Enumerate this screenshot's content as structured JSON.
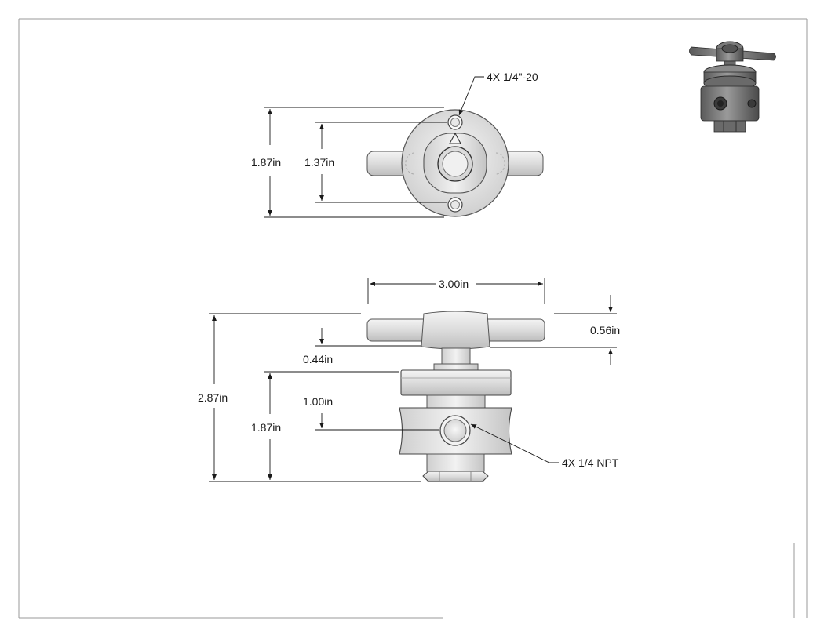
{
  "drawing": {
    "top_view": {
      "overall_height": "1.87in",
      "bolt_spacing": "1.37in",
      "bolt_callout": "4X 1/4\"-20"
    },
    "front_view": {
      "handle_width": "3.00in",
      "handle_thickness": "0.56in",
      "stem_height": "0.44in",
      "port_height": "1.00in",
      "body_height": "1.87in",
      "overall_height": "2.87in",
      "port_callout": "4X 1/4 NPT"
    },
    "isometric_view": {
      "description": ""
    }
  }
}
